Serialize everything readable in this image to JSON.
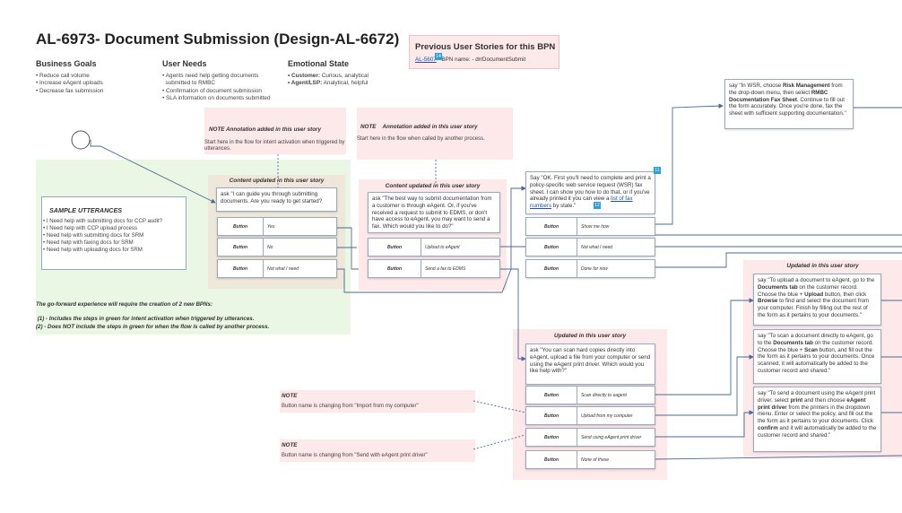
{
  "title": "AL-6973- Document Submission (Design-AL-6672)",
  "columns": [
    {
      "heading": "Business Goals",
      "items": [
        "• Reduce call volume",
        "• Increase eAgent uploads",
        "• Decrease fax submission"
      ]
    },
    {
      "heading": "User Needs",
      "items": [
        "• Agents need help getting documents",
        "  submitted to RMBC",
        "• Confirmation of document submission",
        "• SLA information on documents submitted"
      ]
    },
    {
      "heading": "Emotional State",
      "items_rich": [
        {
          "bold": "• Customer:",
          "text": " Curious, analytical"
        },
        {
          "bold": "• Agent/LSP:",
          "text": " Analytical, helpful"
        }
      ]
    }
  ],
  "previous": {
    "heading": "Previous User Stories for this BPN",
    "link": "AL-5607",
    "badge": "14",
    "rest": " - BPN name: - drrDocumentSubmit"
  },
  "notes": {
    "n1": {
      "title": "NOTE Annotation added in this user story",
      "body": "Start here in the flow for intent activation when triggered by utterances."
    },
    "n2": {
      "title_a": "NOTE",
      "title_b": "Annotation added in this user story",
      "body": "Start here in the flow when called by another process."
    },
    "n3": {
      "title": "NOTE",
      "body": "Button name is changing from \"Import from my computer\""
    },
    "n4": {
      "title": "NOTE",
      "body": "Button name is changing from \"Send with eAgent print driver\""
    }
  },
  "sections": {
    "s1": "Content updated in this user story",
    "s2": "Content updated in this user story",
    "s3": "Updated in this user story",
    "s4": "Updated in this user story"
  },
  "utterances": {
    "heading": "SAMPLE UTTERANCES",
    "items": [
      "• I Need help with submitting docs for CCP audit?",
      "• I Need help with CCP upload process",
      "• Need help with submitting docs for SRM",
      "• Need help with faxing docs for SRM",
      "• Need help with uploading docs for SRM"
    ]
  },
  "footer": {
    "line1": "The go-forward experience will require the creation of 2 new BPNs:",
    "line2": " (1) - Includes the steps in green for intent activation when triggered by utterances.",
    "line3": "(2) - Does NOT include the steps in green for when the flow is called by another process."
  },
  "cards": {
    "c1": "ask \"I can guide you through submitting documents. Are you ready to get started?",
    "c2": "ask \"The best way to submit documentation from a customer is through eAgent. Or, if you've received a request to submit to EDMS, or don't have access to eAgent, you may want to send a fax.  Which would you like to do?\"",
    "c3_a": "Say \"OK.  First you'll need to complete and print a policy-specific web service request (WSR) fax sheet. I can show you how to do that, or if you've already printed it you can view a ",
    "c3_link": "list of fax numbers",
    "c3_b": " by state.\"",
    "c3_badge": "11",
    "c3_badge2": "12",
    "c4": "ask \"You can scan hard copies directly into eAgent, upload a file from your computer or send using the eAgent print driver.  Which would you like help with?\"",
    "c5_a": "say \"In WSR, choose ",
    "c5_b1": "Risk Management",
    "c5_c": " from the drop-down menu, then select ",
    "c5_b2": "RMBC Documentation Fax Sheet",
    "c5_d": ". Continue to fill out the form accurately.  Once you're done, fax the sheet with sufficient supporting documentation.\"",
    "c6_a": "say \"To upload a document to eAgent, go to the ",
    "c6_b1": "Documents tab",
    "c6_c": " on the customer record. Choose the blue + ",
    "c6_b2": "Upload",
    "c6_d": " button, then click ",
    "c6_b3": "Browse",
    "c6_e": " to find and select the document from your computer.  Finish by filling out the rest of the form as it pertains to your documents.\"",
    "c7_a": "say \"To scan a document directly to eAgent, go to the ",
    "c7_b1": "Documents tab",
    "c7_c": " on the customer record.  Choose the blue + ",
    "c7_b2": "Scan",
    "c7_d": " button, and fill out the the form as it pertains to your documents. Once scanned, it will automatically be added to the customer record and shared.\"",
    "c8_a": "say \"To send a document using the eAgent print driver, select ",
    "c8_b1": "print",
    "c8_c": " and then choose ",
    "c8_b2": "eAgent print driver",
    "c8_d": " from the printers in the dropdown menu. Enter or select the policy, and fill out the the form as it pertains to your documents.  Click ",
    "c8_b3": "confirm",
    "c8_e": " and it will automatically be added to the customer record and shared.\""
  },
  "button_label": "Button",
  "buttons": {
    "g1": [
      "Yes",
      "No",
      "Not what I need"
    ],
    "g2": [
      "Upload to eAgent",
      "Send a fax to EDMS"
    ],
    "g3": [
      "Show me how",
      "Not what I need",
      "Done for now"
    ],
    "g4": [
      "Scan directly to eagent",
      "Upload from my computer",
      "Send using eAgent print driver",
      "None of these"
    ]
  },
  "colors": {
    "note_bg": "#fde8ea",
    "green_bg": "#e9f7e4",
    "connector": "#4a6a95",
    "link": "#1a4fc4",
    "badge": "#29a0d8"
  }
}
